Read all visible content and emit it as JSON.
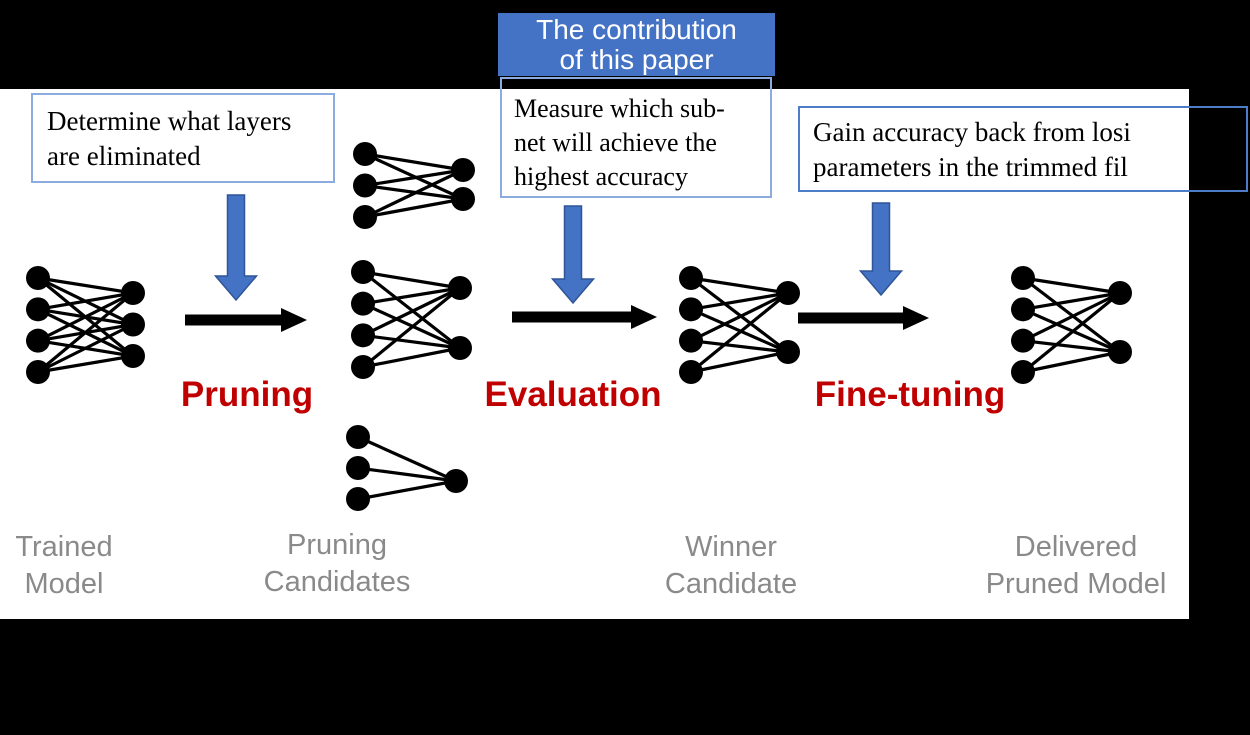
{
  "banner": {
    "lines": [
      "The contribution",
      "of this paper"
    ],
    "bg_color": "#4472C4",
    "text_color": "#FFFFFF"
  },
  "annotations": {
    "determine": {
      "lines": [
        "Determine what layers",
        "are eliminated"
      ]
    },
    "measure": {
      "lines": [
        "Measure which sub-",
        "net will achieve the",
        "highest accuracy"
      ]
    },
    "gain": {
      "lines": [
        "Gain accuracy back from losi",
        "parameters in the trimmed fil"
      ]
    }
  },
  "stages": {
    "pruning": {
      "label": "Pruning"
    },
    "evaluation": {
      "label": "Evaluation"
    },
    "fine_tuning": {
      "label": "Fine-tuning"
    },
    "color": "#C00000"
  },
  "captions": {
    "trained": {
      "lines": [
        "Trained",
        "Model"
      ]
    },
    "candidates": {
      "lines": [
        "Pruning",
        "Candidates"
      ]
    },
    "winner": {
      "lines": [
        "Winner",
        "Candidate"
      ]
    },
    "delivered": {
      "lines": [
        "Delivered",
        "Pruned Model"
      ]
    },
    "color": "#8A8A8A"
  },
  "networks": {
    "trained_model": {
      "layers": [
        4,
        3
      ]
    },
    "candidate_top": {
      "layers": [
        3,
        2
      ]
    },
    "candidate_middle": {
      "layers": [
        4,
        2
      ]
    },
    "candidate_bottom": {
      "layers": [
        3,
        1
      ]
    },
    "winner_candidate": {
      "layers": [
        4,
        2
      ]
    },
    "delivered_model": {
      "layers": [
        4,
        2
      ]
    }
  },
  "colors": {
    "background": "#000000",
    "content_area": "#FFFFFF",
    "accent_blue": "#4472C4",
    "arrow_blue_border": "#2F5597",
    "note_border_blue": "#8CACE0",
    "gain_border_blue": "#4D7CC9",
    "stage_red": "#C00000",
    "caption_gray": "#8A8A8A"
  }
}
